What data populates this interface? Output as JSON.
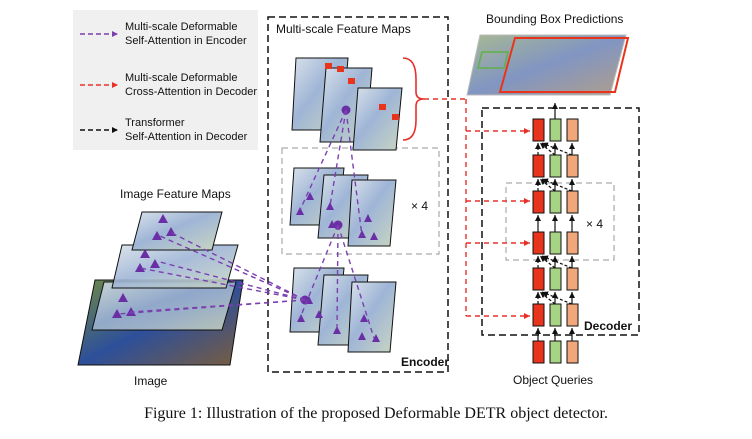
{
  "legend": {
    "encoder_attention": "Multi-scale Deformable\nSelf-Attention in Encoder",
    "decoder_cross_attention": "Multi-scale Deformable\nCross-Attention in Decoder",
    "decoder_self_attention": "Transformer\nSelf-Attention in Decoder"
  },
  "labels": {
    "image_feature_maps": "Image Feature Maps",
    "image": "Image",
    "multiscale_feature_maps": "Multi-scale Feature Maps",
    "encoder": "Encoder",
    "encoder_repeat": "× 4",
    "bounding_box_predictions": "Bounding Box Predictions",
    "decoder": "Decoder",
    "decoder_repeat": "× 4",
    "object_queries": "Object Queries"
  },
  "caption": "Figure 1: Illustration of the proposed Deformable DETR object detector.",
  "colors": {
    "encoder_attention": "#7b3fb0",
    "cross_attention": "#e8302a",
    "self_attention": "#111111",
    "token_red": "#e8341c",
    "token_green": "#a6d484",
    "token_orange": "#f0a77a",
    "legend_bg": "#f0f0f0"
  }
}
